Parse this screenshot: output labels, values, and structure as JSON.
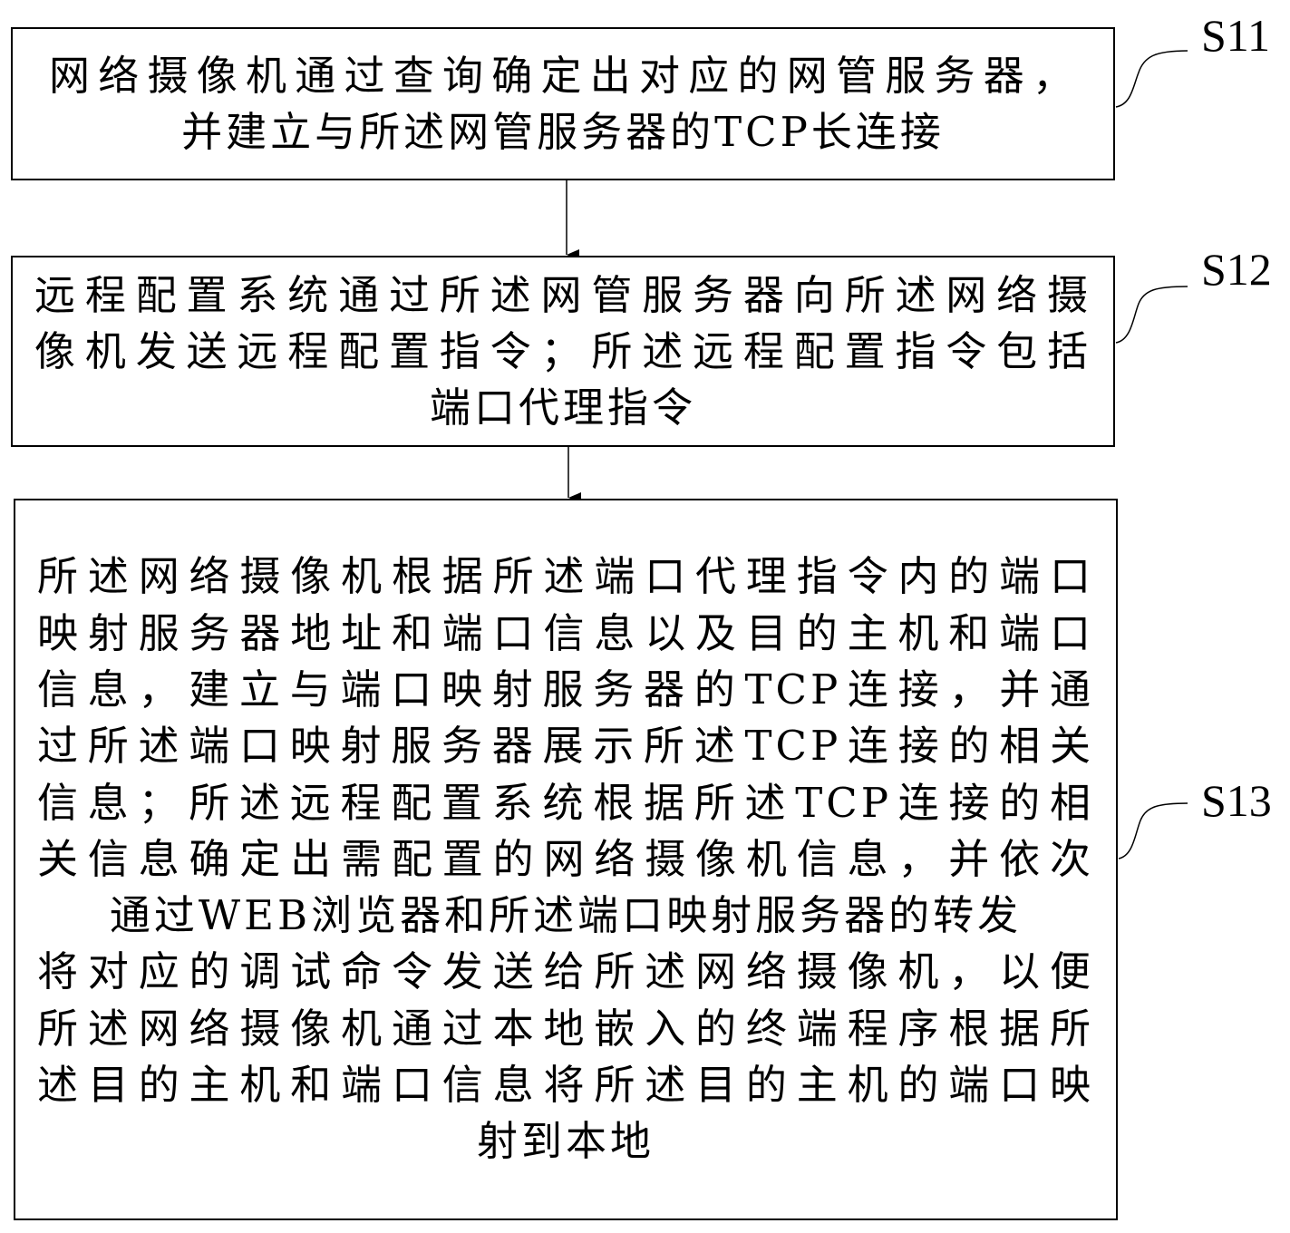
{
  "steps": [
    {
      "id": "S11",
      "label": "S11",
      "lines": [
        "网络摄像机通过查询确定出对应的网管服务器，",
        "并建立与所述网管服务器的TCP长连接"
      ]
    },
    {
      "id": "S12",
      "label": "S12",
      "lines": [
        "远程配置系统通过所述网管服务器向所述网络摄",
        "像机发送远程配置指令；所述远程配置指令包括",
        "端口代理指令"
      ]
    },
    {
      "id": "S13",
      "label": "S13",
      "lines": [
        "所述网络摄像机根据所述端口代理指令内的端口",
        "映射服务器地址和端口信息以及目的主机和端口",
        "信息，建立与端口映射服务器的TCP连接，并通",
        "过所述端口映射服务器展示所述TCP连接的相关",
        "信息；所述远程配置系统根据所述TCP连接的相",
        "关信息确定出需配置的网络摄像机信息，并依次",
        "通过WEB浏览器和所述端口映射服务器的转发",
        "将对应的调试命令发送给所述网络摄像机，以便",
        "所述网络摄像机通过本地嵌入的终端程序根据所",
        "述目的主机和端口信息将所述目的主机的端口映",
        "射到本地"
      ]
    }
  ],
  "connectors": [
    {
      "from": "S11",
      "to": "S12"
    },
    {
      "from": "S12",
      "to": "S13"
    }
  ]
}
